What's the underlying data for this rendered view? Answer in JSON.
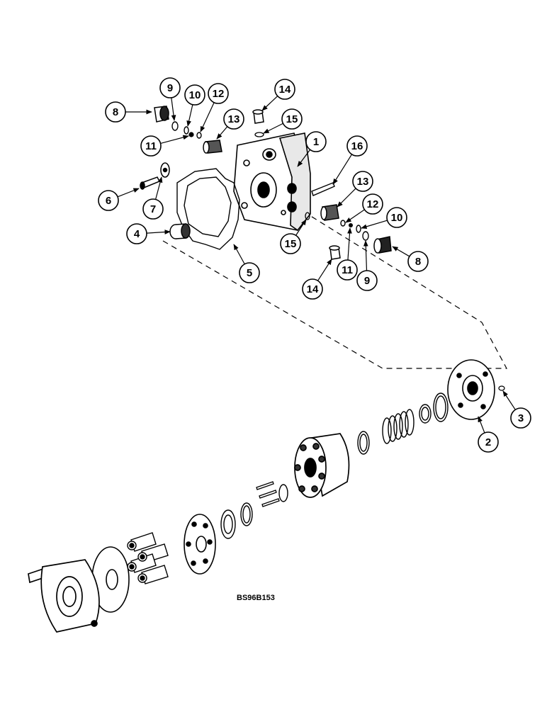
{
  "diagram": {
    "drawing_code": "BS96B153",
    "callouts": [
      {
        "id": "c-9-top",
        "label": "9"
      },
      {
        "id": "c-10-top",
        "label": "10"
      },
      {
        "id": "c-12-top",
        "label": "12"
      },
      {
        "id": "c-14-top",
        "label": "14"
      },
      {
        "id": "c-8-top",
        "label": "8"
      },
      {
        "id": "c-13-top",
        "label": "13"
      },
      {
        "id": "c-15-top",
        "label": "15"
      },
      {
        "id": "c-11-top",
        "label": "11"
      },
      {
        "id": "c-1",
        "label": "1"
      },
      {
        "id": "c-16",
        "label": "16"
      },
      {
        "id": "c-6",
        "label": "6"
      },
      {
        "id": "c-7",
        "label": "7"
      },
      {
        "id": "c-13-right",
        "label": "13"
      },
      {
        "id": "c-12-right",
        "label": "12"
      },
      {
        "id": "c-10-right",
        "label": "10"
      },
      {
        "id": "c-4",
        "label": "4"
      },
      {
        "id": "c-15-right",
        "label": "15"
      },
      {
        "id": "c-8-right",
        "label": "8"
      },
      {
        "id": "c-5",
        "label": "5"
      },
      {
        "id": "c-11-right",
        "label": "11"
      },
      {
        "id": "c-9-right",
        "label": "9"
      },
      {
        "id": "c-14-right",
        "label": "14"
      },
      {
        "id": "c-3",
        "label": "3"
      },
      {
        "id": "c-2",
        "label": "2"
      }
    ]
  }
}
